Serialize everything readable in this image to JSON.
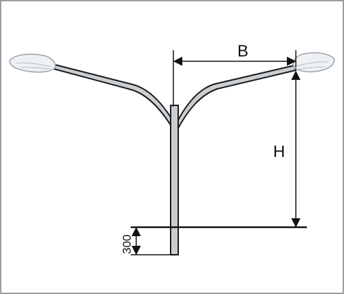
{
  "diagram": {
    "labels": {
      "width_label": "B",
      "height_label": "H",
      "embed_label": "300"
    },
    "colors": {
      "frame": "#9aa0a6",
      "pole_fill": "#c9ced3",
      "pole_stroke": "#1a1a1a",
      "lamp_fill": "#eef1f4",
      "lamp_stroke": "#9aa3ab",
      "dimension_line": "#111111"
    }
  }
}
